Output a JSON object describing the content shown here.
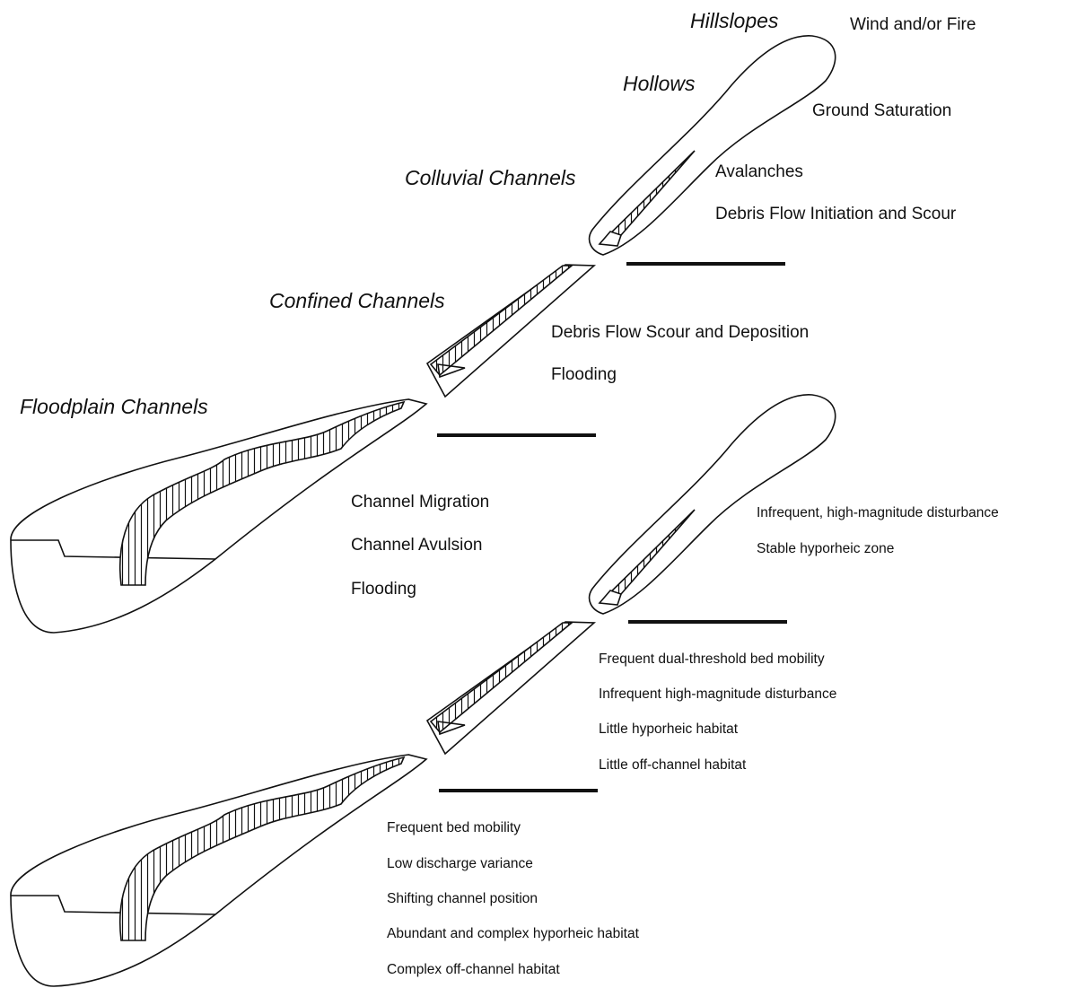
{
  "colors": {
    "ink": "#111111",
    "background": "#ffffff"
  },
  "upper_panel": {
    "zones": {
      "hillslopes": "Hillslopes",
      "hollows": "Hollows",
      "colluvial": "Colluvial Channels",
      "confined": "Confined Channels",
      "floodplain": "Floodplain Channels"
    },
    "processes": {
      "hillslope": [
        "Wind and/or Fire",
        "Ground Saturation"
      ],
      "colluvial": [
        "Avalanches",
        "Debris Flow Initiation and Scour"
      ],
      "confined": [
        "Debris Flow Scour and Deposition",
        "Flooding"
      ],
      "floodplain": [
        "Channel Migration",
        "Channel Avulsion",
        "Flooding"
      ]
    }
  },
  "lower_panel": {
    "colluvial_attributes": [
      "Infrequent, high-magnitude disturbance",
      "Stable hyporheic zone"
    ],
    "confined_attributes": [
      "Frequent dual-threshold bed mobility",
      "Infrequent high-magnitude disturbance",
      "Little hyporheic habitat",
      "Little off-channel habitat"
    ],
    "floodplain_attributes": [
      "Frequent bed mobility",
      "Low discharge variance",
      "Shifting channel position",
      "Abundant and complex hyporheic habitat",
      "Complex off-channel  habitat"
    ]
  }
}
